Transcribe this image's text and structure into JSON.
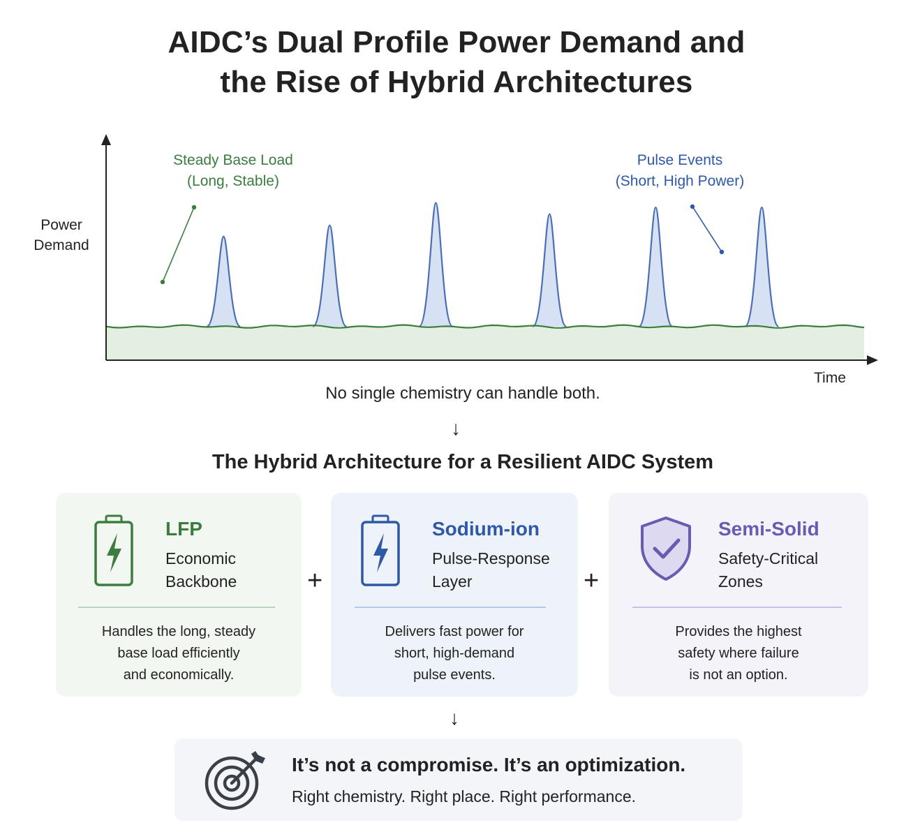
{
  "title": {
    "line1": "AIDC’s Dual Profile Power Demand and",
    "line2": "the Rise of Hybrid Architectures"
  },
  "chart_data": {
    "type": "area",
    "ylabel": [
      "Power",
      "Demand"
    ],
    "xlabel": "Time",
    "base_load_level": 0.15,
    "pulse_peaks": [
      0.55,
      0.6,
      0.7,
      0.65,
      0.68,
      0.68
    ],
    "pulse_positions": [
      0.155,
      0.295,
      0.435,
      0.585,
      0.725,
      0.865
    ],
    "annotations": [
      {
        "lines": [
          "Steady Base Load",
          "(Long, Stable)"
        ],
        "color": "#3a7d3e"
      },
      {
        "lines": [
          "Pulse Events",
          "(Short, High Power)"
        ],
        "color": "#2f58a8"
      }
    ],
    "base_color": "#3a7d3e",
    "pulse_color": "#4a6fb5"
  },
  "note": "No single chemistry can handle both.",
  "subtitle": "The Hybrid Architecture for a Resilient AIDC System",
  "cards": [
    {
      "name": "LFP",
      "role": [
        "Economic",
        "Backbone"
      ],
      "desc": [
        "Handles the long, steady",
        "base load efficiently",
        "and economically."
      ],
      "icon": "battery-bolt-icon",
      "color": "#3a7d3e"
    },
    {
      "name": "Sodium-ion",
      "role": [
        "Pulse-Response",
        "Layer"
      ],
      "desc": [
        "Delivers fast power for",
        "short, high-demand",
        "pulse events."
      ],
      "icon": "battery-bolt-icon",
      "color": "#2f58a8"
    },
    {
      "name": "Semi-Solid",
      "role": [
        "Safety-Critical",
        "Zones"
      ],
      "desc": [
        "Provides the highest",
        "safety where failure",
        "is not an option."
      ],
      "icon": "shield-check-icon",
      "color": "#6b5ab2"
    }
  ],
  "plus": "+",
  "arrow": "↓",
  "bottom": {
    "headline": "It’s not a compromise. It’s an optimization.",
    "tagline": "Right chemistry. Right place. Right performance.",
    "icon": "target-arrow-icon"
  }
}
